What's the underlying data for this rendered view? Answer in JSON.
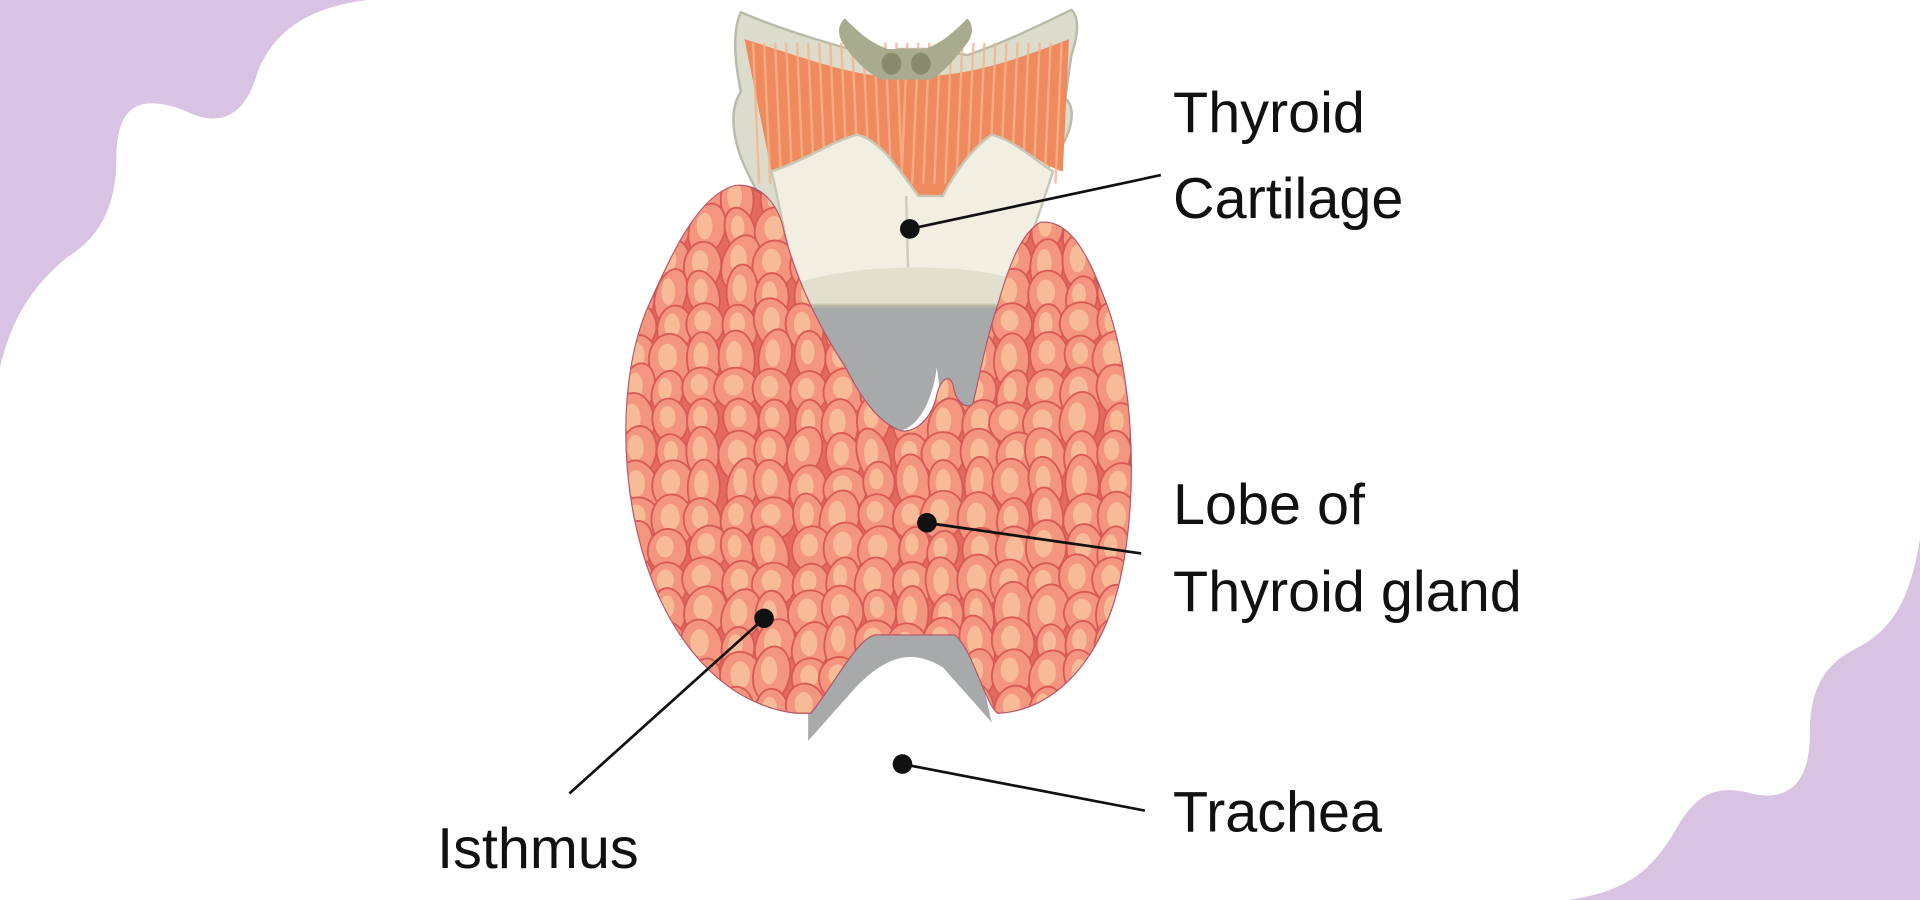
{
  "labels": {
    "thyroid_cartilage": [
      "Thyroid",
      "Cartilage"
    ],
    "lobe": [
      "Lobe of",
      "Thyroid gland"
    ],
    "isthmus": "Isthmus",
    "trachea": "Trachea"
  },
  "colors": {
    "background_blob": "#d9c3e3",
    "gland": "#e46a5e",
    "follicle": "#f3957f",
    "follicle_highlight": "#f8c29c",
    "cartilage": "#f2eee2",
    "muscle": "#ee8a5e",
    "hyoid": "#a9ab8e",
    "trachea_shadow": "#a7a9ab",
    "leader_line": "#111111"
  }
}
